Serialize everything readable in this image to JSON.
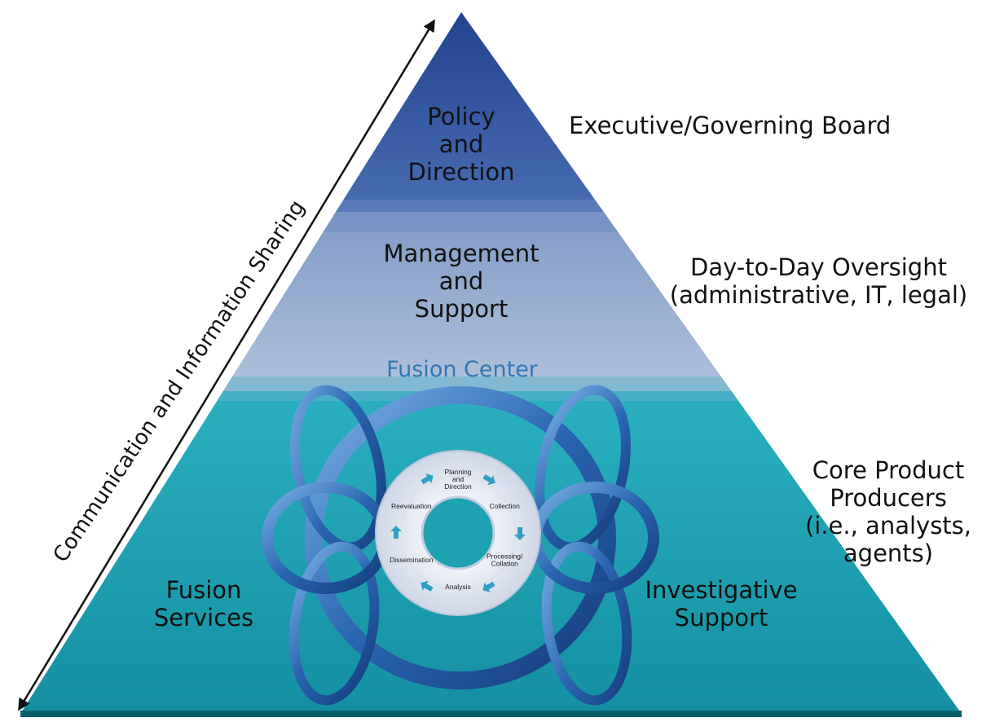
{
  "pyramid": {
    "top_tier": {
      "lines": [
        "Policy",
        "and",
        "Direction"
      ]
    },
    "middle_tier": {
      "lines": [
        "Management",
        "and",
        "Support"
      ]
    },
    "base_tier": {
      "title": "Fusion Center",
      "left_label": [
        "Fusion",
        "Services"
      ],
      "right_label": [
        "Investigative",
        "Support"
      ]
    }
  },
  "side_labels": {
    "top": [
      "Executive/Governing Board"
    ],
    "middle": [
      "Day-to-Day Oversight",
      "(administrative, IT, legal)"
    ],
    "base": [
      "Core Product",
      "Producers",
      "(i.e., analysts,",
      "agents)"
    ]
  },
  "axis_label": "Communication and Information Sharing",
  "intelligence_cycle": {
    "steps": [
      {
        "lines": [
          "Planning",
          "and",
          "Direction"
        ]
      },
      {
        "lines": [
          "Collection"
        ]
      },
      {
        "lines": [
          "Processing/",
          "Collation"
        ]
      },
      {
        "lines": [
          "Analysis"
        ]
      },
      {
        "lines": [
          "Dissemination"
        ]
      },
      {
        "lines": [
          "Reevaluation"
        ]
      }
    ]
  },
  "colors": {
    "top_tier": "#2f4f9d",
    "middle_tier": "#8ea6c9",
    "base_tier": "#1e9fb0",
    "rings": "#1f5ea8",
    "cycle_disc": "#dfe5f0",
    "cycle_arrow": "#2f9fc4"
  }
}
